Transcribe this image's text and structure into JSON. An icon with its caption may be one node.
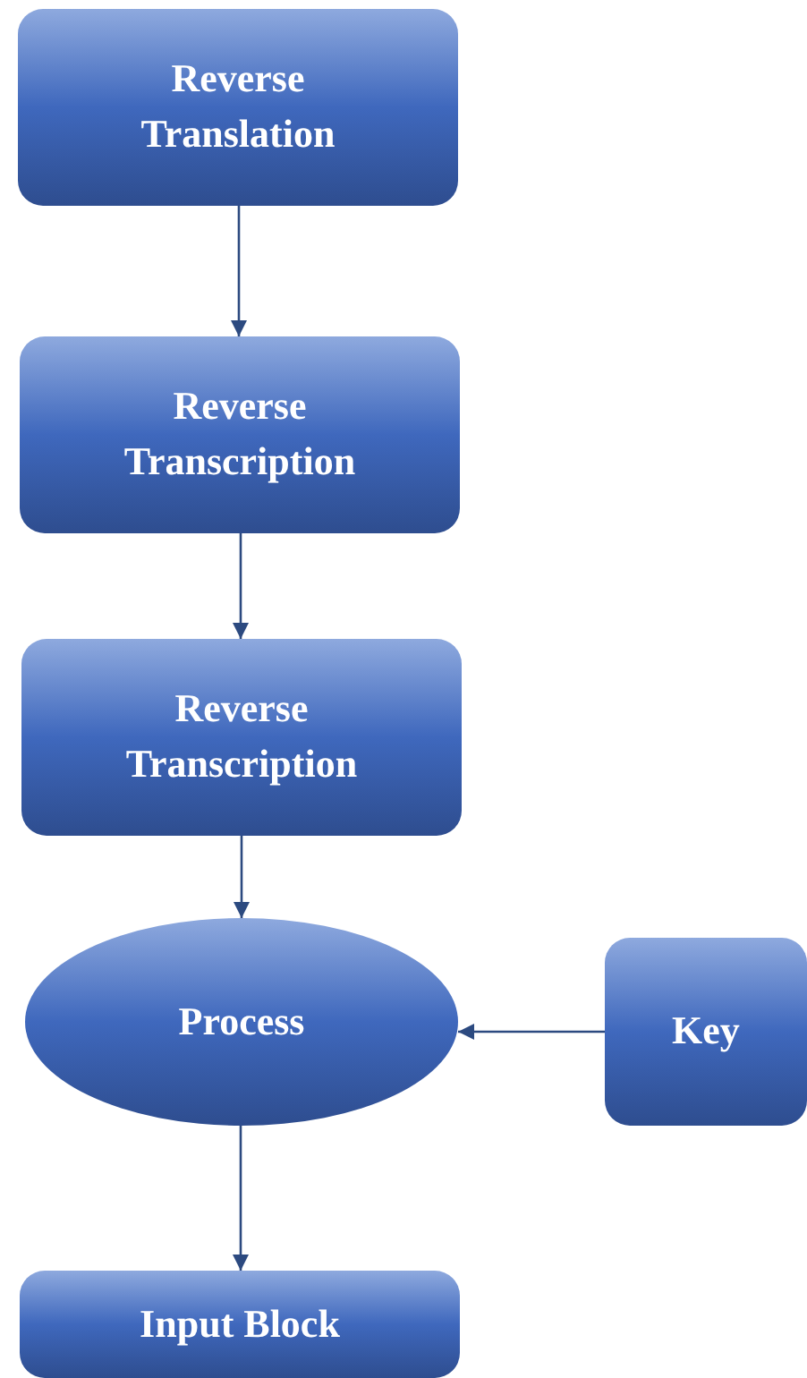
{
  "diagram": {
    "nodes": [
      {
        "text": [
          "Reverse Translation"
        ]
      },
      {
        "text": [
          "Reverse Transcription"
        ]
      },
      {
        "text": [
          "Reverse Transcription"
        ]
      },
      {
        "text": [
          "Process"
        ]
      },
      {
        "text": [
          "Key"
        ]
      },
      {
        "text": [
          "Input Block"
        ]
      }
    ],
    "edges": [
      {
        "from": 0,
        "to": 1,
        "arrow": "to"
      },
      {
        "from": 1,
        "to": 2,
        "arrow": "to"
      },
      {
        "from": 2,
        "to": 3,
        "arrow": "to"
      },
      {
        "from": 4,
        "to": 3,
        "arrow": "to"
      },
      {
        "from": 3,
        "to": 5,
        "arrow": "to"
      }
    ]
  }
}
